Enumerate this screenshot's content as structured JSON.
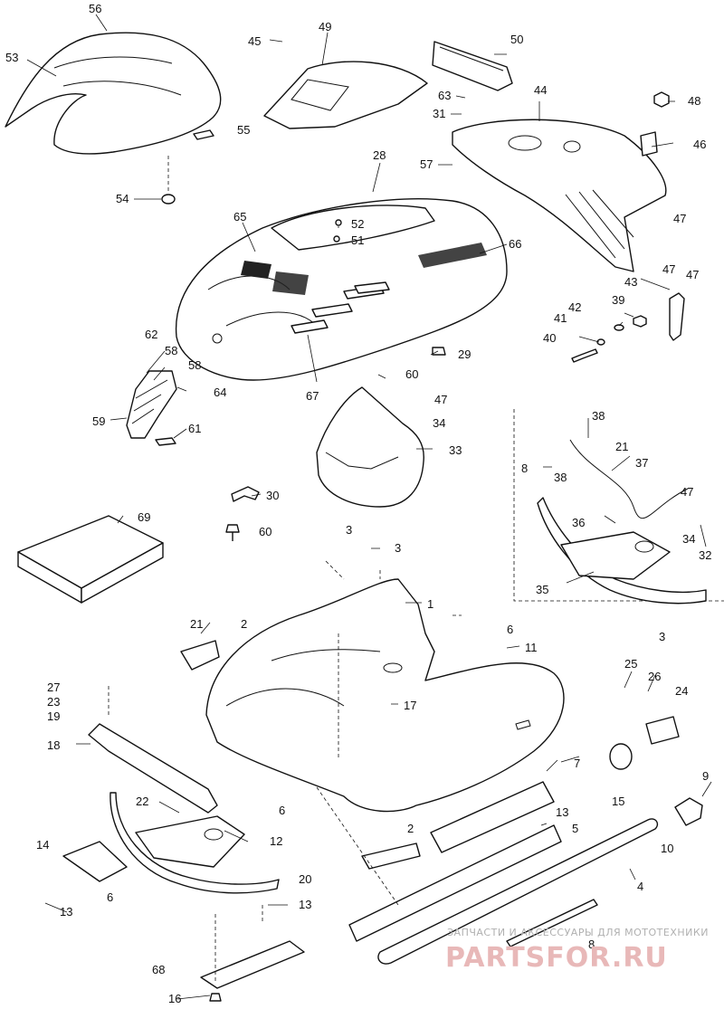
{
  "colors": {
    "line": "#111111",
    "background": "#ffffff",
    "watermark_brand": "#e8b8b8",
    "watermark_text": "#b0b0b0"
  },
  "watermark": {
    "tagline": "ЗАПЧАСТИ И АКСЕССУАРЫ ДЛЯ МОТОТЕХНИКИ",
    "brand": "PARTSFOR.RU"
  },
  "callouts": {
    "c56": "56",
    "c53": "53",
    "c55": "55",
    "c54": "54",
    "c45": "45",
    "c49": "49",
    "c50": "50",
    "c63": "63",
    "c31": "31",
    "c44": "44",
    "c48": "48",
    "c46": "46",
    "c57": "57",
    "c28": "28",
    "c65": "65",
    "c52": "52",
    "c51": "51",
    "c66": "66",
    "c29": "29",
    "c67": "67",
    "c47a": "47",
    "c47b": "47",
    "c47c": "47",
    "c43": "43",
    "c42": "42",
    "c39": "39",
    "c41": "41",
    "c40": "40",
    "c62": "62",
    "c58a": "58",
    "c58b": "58",
    "c64": "64",
    "c59": "59",
    "c61": "61",
    "c60a": "60",
    "c47d": "47",
    "c34a": "34",
    "c33": "33",
    "c38a": "38",
    "c21a": "21",
    "c8": "8",
    "c38b": "38",
    "c37": "37",
    "c47e": "47",
    "c36": "36",
    "c34b": "34",
    "c32": "32",
    "c35": "35",
    "c30": "30",
    "c60b": "60",
    "c69": "69",
    "c3a": "3",
    "c3b": "3",
    "c3c": "3",
    "c1": "1",
    "c21b": "21",
    "c2a": "2",
    "c6a": "6",
    "c11": "11",
    "c27": "27",
    "c23": "23",
    "c19": "19",
    "c17": "17",
    "c18": "18",
    "c25": "25",
    "c26": "26",
    "c24": "24",
    "c6b": "6",
    "c7": "7",
    "c15": "15",
    "c9": "9",
    "c22": "22",
    "c12": "12",
    "c13a": "13",
    "c2b": "2",
    "c5": "5",
    "c10": "10",
    "c14": "14",
    "c6c": "6",
    "c13b": "13",
    "c20": "20",
    "c13c": "13",
    "c4": "4",
    "c8b": "8",
    "c68": "68",
    "c16": "16"
  }
}
